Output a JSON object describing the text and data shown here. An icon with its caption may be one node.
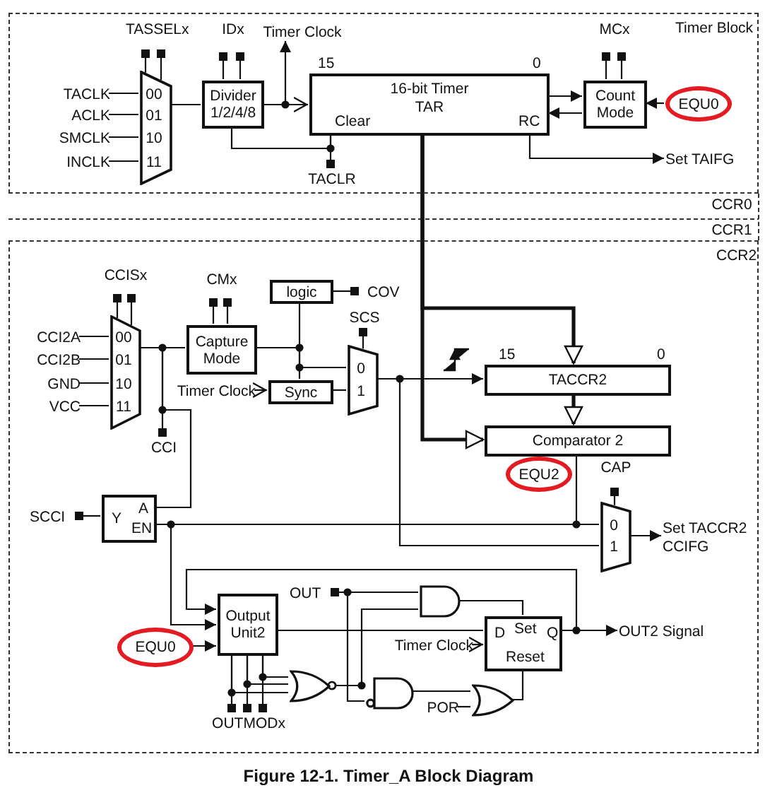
{
  "diagram": {
    "caption": "Figure 12-1. Timer_A Block Diagram",
    "nodes": [
      {
        "text": [
          "Timer Block"
        ]
      },
      {
        "text": [
          "TACLK"
        ],
        "in": 0
      },
      {
        "text": [
          "ACLK"
        ],
        "in": 0
      },
      {
        "text": [
          "SMCLK"
        ],
        "in": 0
      },
      {
        "text": [
          "INCLK"
        ],
        "in": 0
      },
      {
        "text": [
          "00",
          "01",
          "10",
          "11"
        ],
        "in": 0
      },
      {
        "text": [
          "Divider 1/2/4/8"
        ],
        "in": 0
      },
      {
        "text": [
          "Timer Clock"
        ],
        "in": 0
      },
      {
        "text": [
          "16-bit Timer TAR",
          "Clear",
          "RC"
        ],
        "beside": [
          "15",
          "0"
        ],
        "in": 0
      },
      {
        "text": [
          "Count Mode"
        ],
        "in": 0
      },
      {
        "text": [
          "EQU0"
        ],
        "in": 0
      },
      {
        "text": [
          "Set TAIFG"
        ],
        "in": 0
      },
      {
        "text": [
          "CCR2"
        ]
      },
      {
        "text": [
          "CCI2A"
        ],
        "in": 12
      },
      {
        "text": [
          "CCI2B"
        ],
        "in": 12
      },
      {
        "text": [
          "GND"
        ],
        "in": 12
      },
      {
        "text": [
          "VCC"
        ],
        "in": 12
      },
      {
        "text": [
          "00",
          "01",
          "10",
          "11"
        ],
        "in": 12
      },
      {
        "text": [
          "Capture Mode"
        ],
        "in": 12
      },
      {
        "text": [
          "logic"
        ],
        "in": 12
      },
      {
        "text": [
          "Timer Clock"
        ],
        "in": 12
      },
      {
        "text": [
          "Sync"
        ],
        "in": 12
      },
      {
        "text": [
          "0",
          "1"
        ],
        "in": 12
      },
      {
        "text": [
          "TACCR2"
        ],
        "beside": [
          "15",
          "0"
        ],
        "in": 12
      },
      {
        "text": [
          "Comparator 2"
        ],
        "in": 12
      },
      {
        "text": [
          "EQU2"
        ],
        "in": 12
      },
      {
        "text": [
          "Y",
          "A",
          "EN"
        ],
        "in": 12
      },
      {
        "text": [
          "0",
          "1"
        ],
        "in": 12
      },
      {
        "text": [
          "Set TACCR2 CCIFG"
        ],
        "in": 12
      },
      {
        "text": [
          "EQU0"
        ],
        "in": 12
      },
      {
        "text": [
          "Output Unit2"
        ],
        "in": 12
      },
      {
        "text": [
          "Timer Clock"
        ],
        "in": 12
      },
      {
        "text": [
          "D",
          "Set",
          "Q",
          "Reset"
        ],
        "in": 12
      },
      {
        "text": [
          "OUT2 Signal"
        ],
        "in": 12
      },
      {
        "text": [],
        "shape": "gate",
        "in": 12
      },
      {
        "text": [],
        "shape": "gate",
        "in": 12
      },
      {
        "text": [],
        "shape": "gate",
        "in": 12
      },
      {
        "text": [],
        "shape": "gate",
        "in": 12
      },
      {
        "text": [
          "POR"
        ],
        "in": 12
      },
      {
        "text": [
          "OUT"
        ],
        "in": 12
      },
      {
        "text": [
          "TASSELx"
        ],
        "in": 0
      },
      {
        "text": [
          "IDx"
        ],
        "in": 0
      },
      {
        "text": [
          "MCx"
        ],
        "in": 0
      },
      {
        "text": [
          "TACLR"
        ],
        "in": 0
      },
      {
        "text": [
          "CCISx"
        ],
        "in": 12
      },
      {
        "text": [
          "CMx"
        ],
        "in": 12
      },
      {
        "text": [
          "COV"
        ],
        "in": 12
      },
      {
        "text": [
          "SCS"
        ],
        "in": 12
      },
      {
        "text": [
          "CCI"
        ],
        "in": 12
      },
      {
        "text": [
          "CAP"
        ],
        "in": 12
      },
      {
        "text": [
          "SCCI"
        ],
        "in": 12
      },
      {
        "text": [
          "OUTMODx"
        ],
        "in": 12
      }
    ],
    "edges": [
      {
        "from": 1,
        "to": 5,
        "arrow": "none"
      },
      {
        "from": 2,
        "to": 5,
        "arrow": "none"
      },
      {
        "from": 3,
        "to": 5,
        "arrow": "none"
      },
      {
        "from": 4,
        "to": 5,
        "arrow": "none"
      },
      {
        "from": 5,
        "to": 6,
        "arrow": "none"
      },
      {
        "from": 6,
        "to": 8,
        "arrow": "to"
      },
      {
        "from": 6,
        "to": 7,
        "arrow": "to"
      },
      {
        "from": 6,
        "to": 8,
        "arrow": "none"
      },
      {
        "from": 8,
        "to": 9,
        "arrow": "to"
      },
      {
        "from": 9,
        "to": 8,
        "arrow": "to"
      },
      {
        "from": 10,
        "to": 9,
        "arrow": "to"
      },
      {
        "from": 8,
        "to": 11,
        "arrow": "to"
      },
      {
        "from": 8,
        "to": 23,
        "arrow": "to",
        "style": "thick"
      },
      {
        "from": 8,
        "to": 24,
        "arrow": "to",
        "style": "thick"
      },
      {
        "from": 23,
        "to": 24,
        "arrow": "to",
        "style": "thick"
      },
      {
        "from": 13,
        "to": 17,
        "arrow": "none"
      },
      {
        "from": 14,
        "to": 17,
        "arrow": "none"
      },
      {
        "from": 15,
        "to": 17,
        "arrow": "none"
      },
      {
        "from": 16,
        "to": 17,
        "arrow": "none"
      },
      {
        "from": 17,
        "to": 18,
        "arrow": "none"
      },
      {
        "from": 17,
        "to": 26,
        "arrow": "none"
      },
      {
        "from": 18,
        "to": 19,
        "arrow": "none"
      },
      {
        "from": 18,
        "to": 22,
        "arrow": "none"
      },
      {
        "from": 18,
        "to": 21,
        "arrow": "none"
      },
      {
        "from": 20,
        "to": 21,
        "arrow": "to"
      },
      {
        "from": 21,
        "to": 22,
        "arrow": "none"
      },
      {
        "from": 22,
        "to": 23,
        "arrow": "to"
      },
      {
        "from": 22,
        "to": 27,
        "arrow": "none"
      },
      {
        "from": 24,
        "to": 27,
        "arrow": "none"
      },
      {
        "from": 26,
        "to": 27,
        "arrow": "none"
      },
      {
        "from": 27,
        "to": 28,
        "arrow": "to"
      },
      {
        "from": 26,
        "to": 30,
        "arrow": "to"
      },
      {
        "from": 29,
        "to": 30,
        "arrow": "to"
      },
      {
        "from": 32,
        "to": 30,
        "arrow": "to"
      },
      {
        "from": 32,
        "to": 33,
        "arrow": "to"
      },
      {
        "from": 30,
        "to": 32,
        "arrow": "none"
      },
      {
        "from": 31,
        "to": 32,
        "arrow": "to"
      },
      {
        "from": 39,
        "to": 34,
        "arrow": "other"
      },
      {
        "from": 39,
        "to": 36,
        "arrow": "other"
      },
      {
        "from": 30,
        "to": 35,
        "arrow": "none"
      },
      {
        "from": 30,
        "to": 35,
        "arrow": "none"
      },
      {
        "from": 30,
        "to": 35,
        "arrow": "none"
      },
      {
        "from": 35,
        "to": 34,
        "arrow": "other"
      },
      {
        "from": 35,
        "to": 36,
        "arrow": "other"
      },
      {
        "from": 34,
        "to": 32,
        "arrow": "none"
      },
      {
        "from": 36,
        "to": 37,
        "arrow": "none"
      },
      {
        "from": 38,
        "to": 37,
        "arrow": "none"
      },
      {
        "from": 37,
        "to": 32,
        "arrow": "none"
      },
      {
        "from": 40,
        "to": 5,
        "arrow": "other"
      },
      {
        "from": 40,
        "to": 5,
        "arrow": "other"
      },
      {
        "from": 41,
        "to": 6,
        "arrow": "other"
      },
      {
        "from": 41,
        "to": 6,
        "arrow": "other"
      },
      {
        "from": 42,
        "to": 9,
        "arrow": "other"
      },
      {
        "from": 42,
        "to": 9,
        "arrow": "other"
      },
      {
        "from": 43,
        "to": 8,
        "arrow": "other"
      },
      {
        "from": 44,
        "to": 17,
        "arrow": "other"
      },
      {
        "from": 44,
        "to": 17,
        "arrow": "other"
      },
      {
        "from": 45,
        "to": 18,
        "arrow": "other"
      },
      {
        "from": 45,
        "to": 18,
        "arrow": "other"
      },
      {
        "from": 46,
        "to": 19,
        "arrow": "other"
      },
      {
        "from": 47,
        "to": 22,
        "arrow": "other"
      },
      {
        "from": 48,
        "to": 17,
        "arrow": "other"
      },
      {
        "from": 49,
        "to": 27,
        "arrow": "other"
      },
      {
        "from": 50,
        "to": 26,
        "arrow": "other"
      },
      {
        "from": 51,
        "to": 30,
        "arrow": "other"
      },
      {
        "from": 51,
        "to": 30,
        "arrow": "other"
      },
      {
        "from": 51,
        "to": 30,
        "arrow": "other"
      }
    ],
    "labels": [
      "CCR0",
      "CCR1"
    ]
  }
}
